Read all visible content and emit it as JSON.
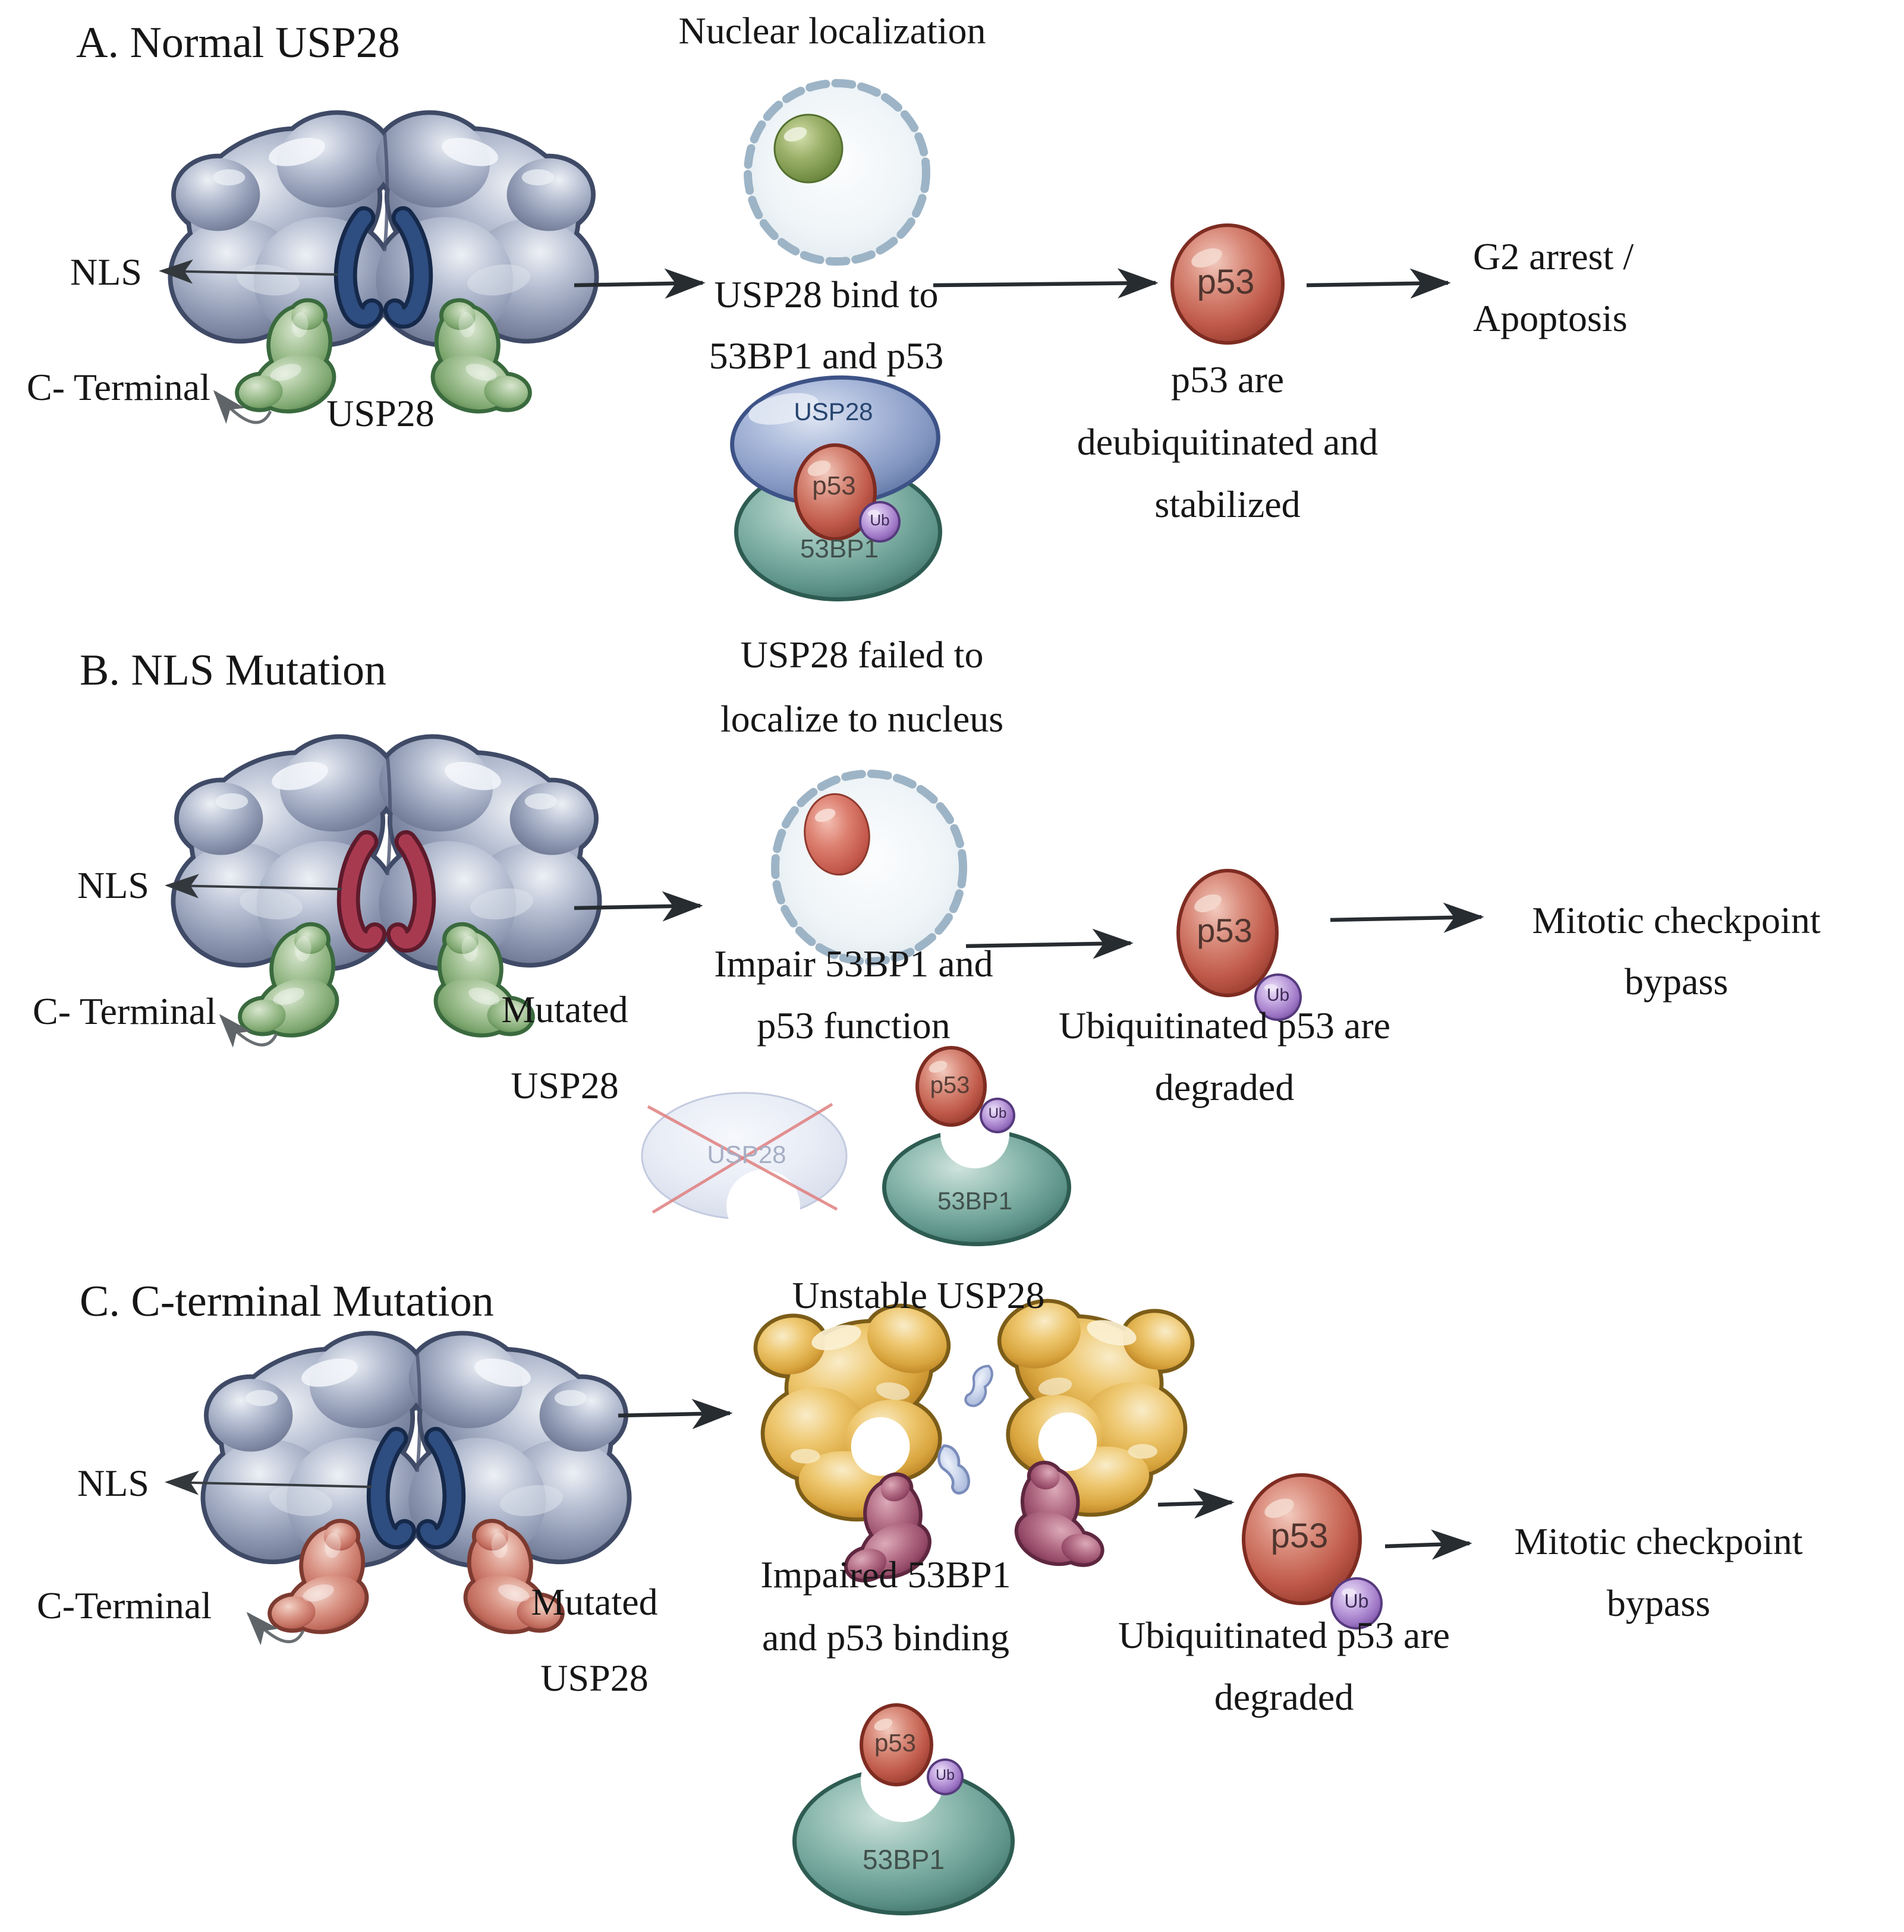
{
  "figure_title": "USP28 mutation pathway diagram",
  "panels": [
    {
      "label": "A. Normal USP28",
      "nls": "NLS",
      "c_terminal": "C- Terminal",
      "protein_caption": [
        "USP28"
      ],
      "step1_heading": [
        "Nuclear localization"
      ],
      "step1_caption": [
        "USP28 bind to",
        "53BP1 and p53"
      ],
      "molecules": {
        "usp28": "USP28",
        "p53": "p53",
        "ub": "Ub",
        "bp1": "53BP1"
      },
      "step2_caption": [
        "p53 are",
        "deubiquitinated and",
        "stabilized"
      ],
      "outcome": [
        "G2 arrest /",
        "Apoptosis"
      ]
    },
    {
      "label": "B. NLS Mutation",
      "nls": "NLS",
      "c_terminal": "C- Terminal",
      "protein_caption": [
        "Mutated",
        "USP28"
      ],
      "step1_heading": [
        "USP28 failed to",
        "localize to nucleus"
      ],
      "step1_caption": [
        "Impair 53BP1 and",
        "p53 function"
      ],
      "molecules": {
        "ghost_usp28": "USP28",
        "p53": "p53",
        "ub": "Ub",
        "bp1": "53BP1"
      },
      "step2_caption": [
        "Ubiquitinated p53 are",
        "degraded"
      ],
      "outcome": [
        "Mitotic checkpoint",
        "bypass"
      ]
    },
    {
      "label": "C. C-terminal Mutation",
      "nls": "NLS",
      "c_terminal": "C-Terminal",
      "protein_caption": [
        "Mutated",
        "USP28"
      ],
      "step1_heading": [
        "Unstable USP28"
      ],
      "step1_caption": [
        "Impaired 53BP1",
        "and p53 binding"
      ],
      "molecules": {
        "p53": "p53",
        "ub": "Ub",
        "bp1": "53BP1"
      },
      "step2_caption": [
        "Ubiquitinated p53 are",
        "degraded"
      ],
      "outcome": [
        "Mitotic checkpoint",
        "bypass"
      ]
    }
  ],
  "colors": {
    "text": "#161616",
    "arrow": "#2a2f34",
    "usp28_body_blue": "#a9b2c7",
    "nls_blue": "#2e4d80",
    "nls_mutated_red": "#a83a50",
    "c_terminal_green": "#8fb583",
    "c_terminal_mutated_salmon": "#c9776a",
    "unstable_gold": "#e3b356",
    "detached_c_terminal_maroon": "#a75672",
    "fragment_blue": "#bcc9e6",
    "p53_red": "#c25a4b",
    "ub_purple": "#a07cc8",
    "bp1_teal": "#5d948a",
    "complex_usp28_blue": "#8da1cc",
    "nucleus_fill": "#eef4f7",
    "nucleus_membrane": "#9db4c6",
    "nucleolus_green": "#84a054",
    "nucleolus_red": "#cf6a5c",
    "ghost_usp28": "#e9edf6",
    "ghost_cross_red": "#e07f7f"
  }
}
